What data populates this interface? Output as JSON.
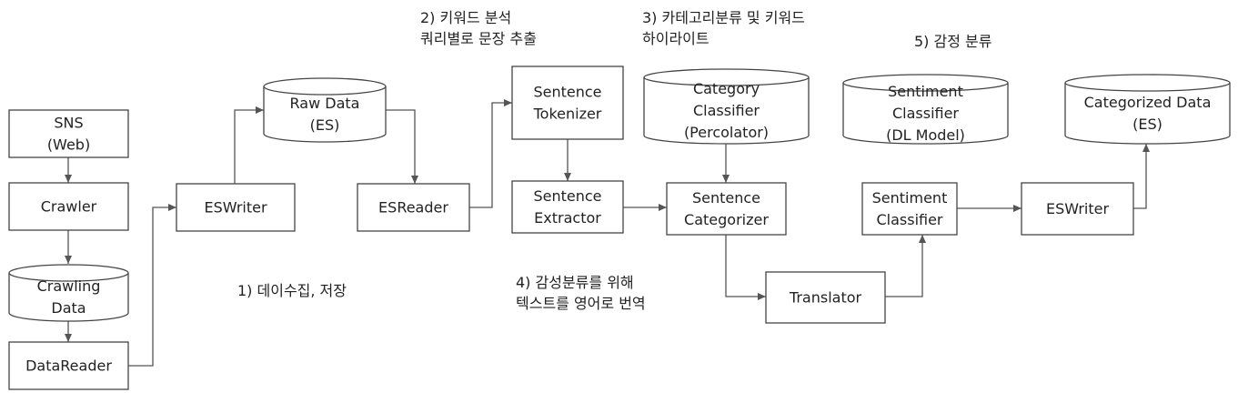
{
  "colors": {
    "stroke": "#444444",
    "edge": "#555555",
    "text": "#222222",
    "background": "#ffffff"
  },
  "nodes": {
    "sns": {
      "shape": "box",
      "lines": [
        "SNS",
        "(Web)"
      ]
    },
    "crawler": {
      "shape": "box",
      "lines": [
        "Crawler"
      ]
    },
    "crawling_data": {
      "shape": "cylinder",
      "lines": [
        "Crawling",
        "Data"
      ]
    },
    "data_reader": {
      "shape": "box",
      "lines": [
        "DataReader"
      ]
    },
    "es_writer_1": {
      "shape": "box",
      "lines": [
        "ESWriter"
      ]
    },
    "raw_data": {
      "shape": "cylinder",
      "lines": [
        "Raw Data",
        "(ES)"
      ]
    },
    "es_reader": {
      "shape": "box",
      "lines": [
        "ESReader"
      ]
    },
    "sentence_tokenizer": {
      "shape": "box",
      "lines": [
        "Sentence",
        "Tokenizer"
      ]
    },
    "sentence_extractor": {
      "shape": "box",
      "lines": [
        "Sentence",
        "Extractor"
      ]
    },
    "category_classifier": {
      "shape": "cylinder",
      "lines": [
        "Category",
        "Classifier",
        "(Percolator)"
      ]
    },
    "sentence_categorizer": {
      "shape": "box",
      "lines": [
        "Sentence",
        "Categorizer"
      ]
    },
    "translator": {
      "shape": "box",
      "lines": [
        "Translator"
      ]
    },
    "sentiment_classifier_db": {
      "shape": "cylinder",
      "lines": [
        "Sentiment",
        "Classifier",
        "(DL Model)"
      ]
    },
    "sentiment_classifier": {
      "shape": "box",
      "lines": [
        "Sentiment",
        "Classifier"
      ]
    },
    "es_writer_2": {
      "shape": "box",
      "lines": [
        "ESWriter"
      ]
    },
    "categorized_data": {
      "shape": "cylinder",
      "lines": [
        "Categorized Data",
        "(ES)"
      ]
    }
  },
  "edges": [
    {
      "from": "sns",
      "to": "crawler"
    },
    {
      "from": "crawler",
      "to": "crawling_data"
    },
    {
      "from": "crawling_data",
      "to": "data_reader"
    },
    {
      "from": "data_reader",
      "to": "es_writer_1"
    },
    {
      "from": "es_writer_1",
      "to": "raw_data"
    },
    {
      "from": "raw_data",
      "to": "es_reader"
    },
    {
      "from": "es_reader",
      "to": "sentence_tokenizer"
    },
    {
      "from": "sentence_tokenizer",
      "to": "sentence_extractor"
    },
    {
      "from": "sentence_extractor",
      "to": "sentence_categorizer"
    },
    {
      "from": "category_classifier",
      "to": "sentence_categorizer"
    },
    {
      "from": "sentence_categorizer",
      "to": "translator"
    },
    {
      "from": "translator",
      "to": "sentiment_classifier"
    },
    {
      "from": "sentiment_classifier",
      "to": "es_writer_2"
    },
    {
      "from": "es_writer_2",
      "to": "categorized_data"
    }
  ],
  "notes": {
    "step1": [
      "1) 데이수집, 저장"
    ],
    "step2": [
      "2) 키워드 분석",
      "쿼리별로 문장 추출"
    ],
    "step3": [
      "3) 카테고리분류 및 키워드",
      "하이라이트"
    ],
    "step4": [
      "4) 감성분류를 위해",
      "텍스트를 영어로 번역"
    ],
    "step5": [
      "5) 감정 분류"
    ]
  }
}
